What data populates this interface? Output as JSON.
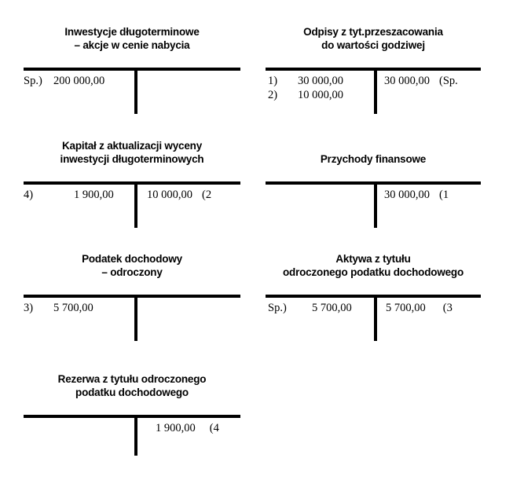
{
  "diagram": {
    "kind": "t-accounts",
    "language": "pl",
    "accounts": [
      {
        "id": "inwestycje-dlugoterminowe",
        "title_line1": "Inwestycje długoterminowe",
        "title_line2": "– akcje w cenie nabycia",
        "debit": [
          {
            "ref": "Sp.)",
            "amount": "200 000,00"
          }
        ],
        "credit": []
      },
      {
        "id": "odpisy-przeszacowanie",
        "title_line1": "Odpisy z tyt.przeszacowania",
        "title_line2": "do wartości godziwej",
        "debit": [
          {
            "ref": "1)",
            "amount": "30 000,00"
          },
          {
            "ref": "2)",
            "amount": "10 000,00"
          }
        ],
        "credit": [
          {
            "amount": "30 000,00",
            "ref": "(Sp."
          }
        ]
      },
      {
        "id": "kapital-z-aktualizacji-wyceny",
        "title_line1": "Kapitał z aktualizacji wyceny",
        "title_line2": "inwestycji długoterminowych",
        "debit": [
          {
            "ref": "4)",
            "amount": "1 900,00"
          }
        ],
        "credit": [
          {
            "amount": "10 000,00",
            "ref": "(2"
          }
        ]
      },
      {
        "id": "przychody-finansowe",
        "title_line1": "Przychody finansowe",
        "title_line2": "",
        "debit": [],
        "credit": [
          {
            "amount": "30 000,00",
            "ref": "(1"
          }
        ]
      },
      {
        "id": "podatek-dochodowy-odroczony",
        "title_line1": "Podatek dochodowy",
        "title_line2": "– odroczony",
        "debit": [
          {
            "ref": "3)",
            "amount": "5 700,00"
          }
        ],
        "credit": []
      },
      {
        "id": "aktywa-odroczony-podatek",
        "title_line1": "Aktywa z tytułu",
        "title_line2": "odroczonego podatku dochodowego",
        "debit": [
          {
            "ref": "Sp.)",
            "amount": "5 700,00"
          }
        ],
        "credit": [
          {
            "amount": "5 700,00",
            "ref": "(3"
          }
        ]
      },
      {
        "id": "rezerwa-odroczony-podatek",
        "title_line1": "Rezerwa z tytułu odroczonego",
        "title_line2": "podatku dochodowego",
        "debit": [],
        "credit": [
          {
            "amount": "1 900,00",
            "ref": "(4"
          }
        ]
      }
    ],
    "colors": {
      "ink": "#000000",
      "background": "#ffffff"
    }
  }
}
